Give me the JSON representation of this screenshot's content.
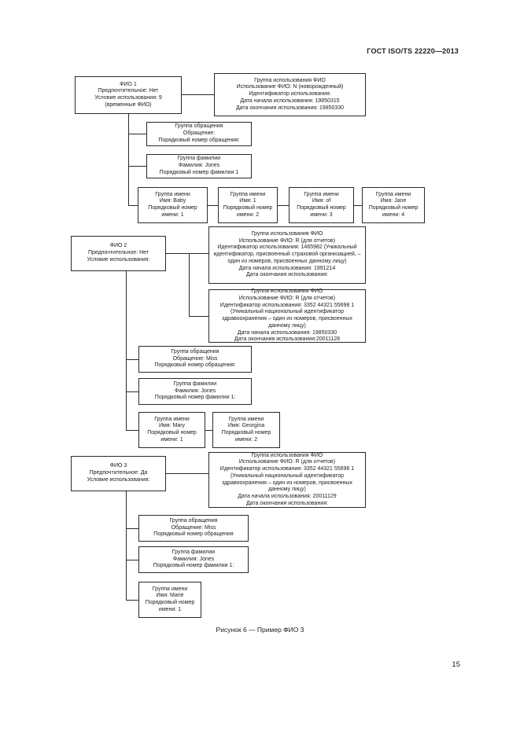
{
  "header": {
    "doc_title": "ГОСТ ISO/TS 22220—2013"
  },
  "figure": {
    "caption": "Рисунок 6 — Пример ФИО 3"
  },
  "footer": {
    "page_number": "15"
  },
  "diagram": {
    "fio1": {
      "root": [
        "ФИО 1",
        "Предпочтительное: Нет",
        "Условие использования: 9",
        "(временные ФИО)"
      ],
      "usage": [
        "Группа использования ФИО",
        "Использование ФИО: N (новорожденный)",
        "Идентификатор использования:",
        "Дата начала использования: 19850315",
        "Дата окончания использования: 19850330"
      ],
      "appeal": [
        "Группа обращения",
        "Обращение:",
        "Порядковый номер обращения:"
      ],
      "family": [
        "Группа фамилии",
        "Фамилия: Jones",
        "Порядковый номер фамилии 1"
      ],
      "names": [
        [
          "Группа имени",
          "Имя: Baby",
          "Порядковый номер имени: 1"
        ],
        [
          "Группа имени",
          "Имя: 1",
          "Порядковый номер имени: 2"
        ],
        [
          "Группа имени",
          "Имя: of",
          "Порядковый номер имени: 3"
        ],
        [
          "Группа имени",
          "Имя: Jane",
          "Порядковый номер имени: 4"
        ]
      ]
    },
    "fio2": {
      "root": [
        "ФИО 2",
        "Предпочтительное: Нет",
        "Условие использования:"
      ],
      "usage1": [
        "Группа использования ФИО",
        "Использование ФИО: R (для отчетов)",
        "Идентификатор использования: 1465982 (Уникальный идентификатор, присвоенный страховой организацией, – один из номеров, присвоенных данному лицу)",
        "Дата начала использования: 1991214",
        "Дата окончания использования:"
      ],
      "usage2": [
        "Группа использования ФИО",
        "Использование ФИО: R (для отчетов)",
        "Идентификатор использования: 3352 44321 55698 1 (Уникальный национальный идентификатор здравоохранения – один из номеров, присвоенных данному лицу)",
        "Дата начала использования: 19850330",
        "Дата окончания использования:20011128"
      ],
      "appeal": [
        "Группа обращения",
        "Обращение: Miss",
        "Порядковый номер обращения:"
      ],
      "family": [
        "Группа фамилии",
        "Фамилия: Jones",
        "Порядковый номер фамилии 1:"
      ],
      "names": [
        [
          "Группа имени",
          "Имя: Mary",
          "Порядковый номер имени: 1"
        ],
        [
          "Группа имени",
          "Имя: Georgina",
          "Порядковый номер имени: 2"
        ]
      ]
    },
    "fio3": {
      "root": [
        "ФИО 3",
        "Предпочтительное: Да",
        "Условие использования:"
      ],
      "usage": [
        "Группа использования ФИО",
        "Использование ФИО: R (для отчетов)",
        "Идентификатор использования: 3352 44321 55696 1 (Уникальный национальный идентификатор здравоохранения – один из номеров, присвоенных данному лицу)",
        "Дата начала использования: 20011129",
        "Дата окончания использования:"
      ],
      "appeal": [
        "Группа обращения",
        "Обращение: Miss",
        "Порядковый номер обращения"
      ],
      "family": [
        "Группа фамилии",
        "Фамилия: Jones",
        "Порядковый номер фамилии 1:"
      ],
      "names": [
        [
          "Группа имени",
          "Имя: Marie",
          "Порядковый номер имени: 1"
        ]
      ]
    }
  }
}
